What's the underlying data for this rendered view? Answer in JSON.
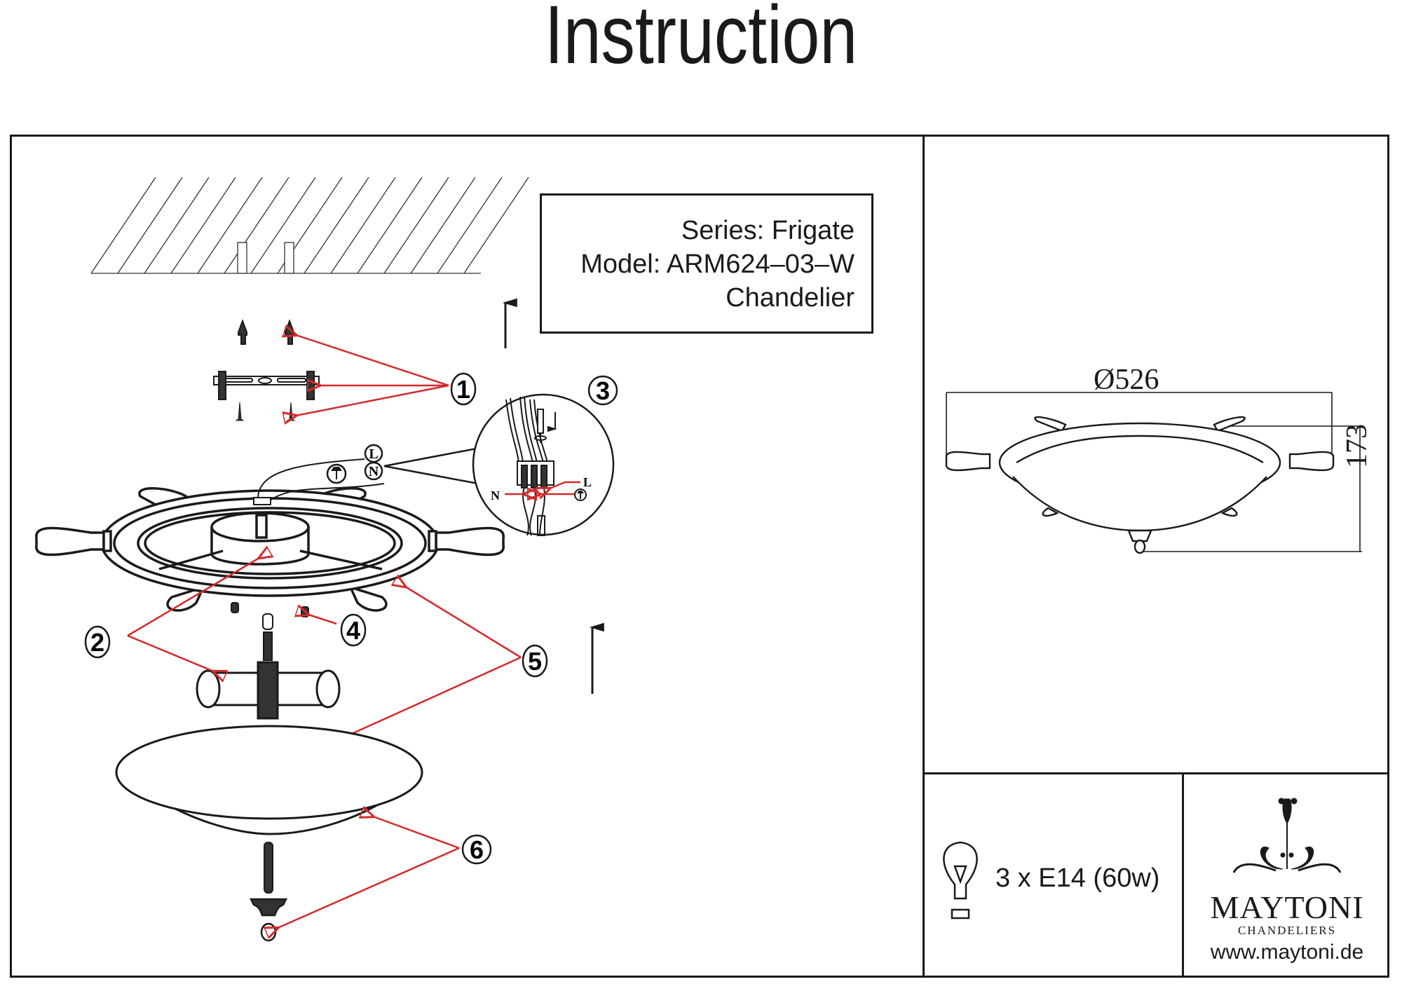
{
  "page": {
    "title": "Instruction"
  },
  "product": {
    "series": "Series: Frigate",
    "model": "Model: ARM624–03–W",
    "type": "Chandelier"
  },
  "dimensions": {
    "diameter_label": "Ø526",
    "height_label": "173",
    "unit_note": ""
  },
  "lamp": {
    "icon": "light-bulb-icon",
    "spec": "3 x E14 (60w)"
  },
  "brand": {
    "logo_icon": "chandelier-ornament-icon",
    "name": "MAYTONI",
    "subtitle": "CHANDELIERS",
    "url": "www.maytoni.de"
  },
  "callouts": {
    "step1": "1",
    "step2": "2",
    "step3": "3",
    "step4": "4",
    "step5": "5",
    "step6": "6"
  },
  "wiring": {
    "live": "L",
    "neutral": "N",
    "earth_icon": "ground-icon"
  },
  "colors": {
    "line": "#1a1a1a",
    "callout_arrow": "#d42a2a"
  }
}
